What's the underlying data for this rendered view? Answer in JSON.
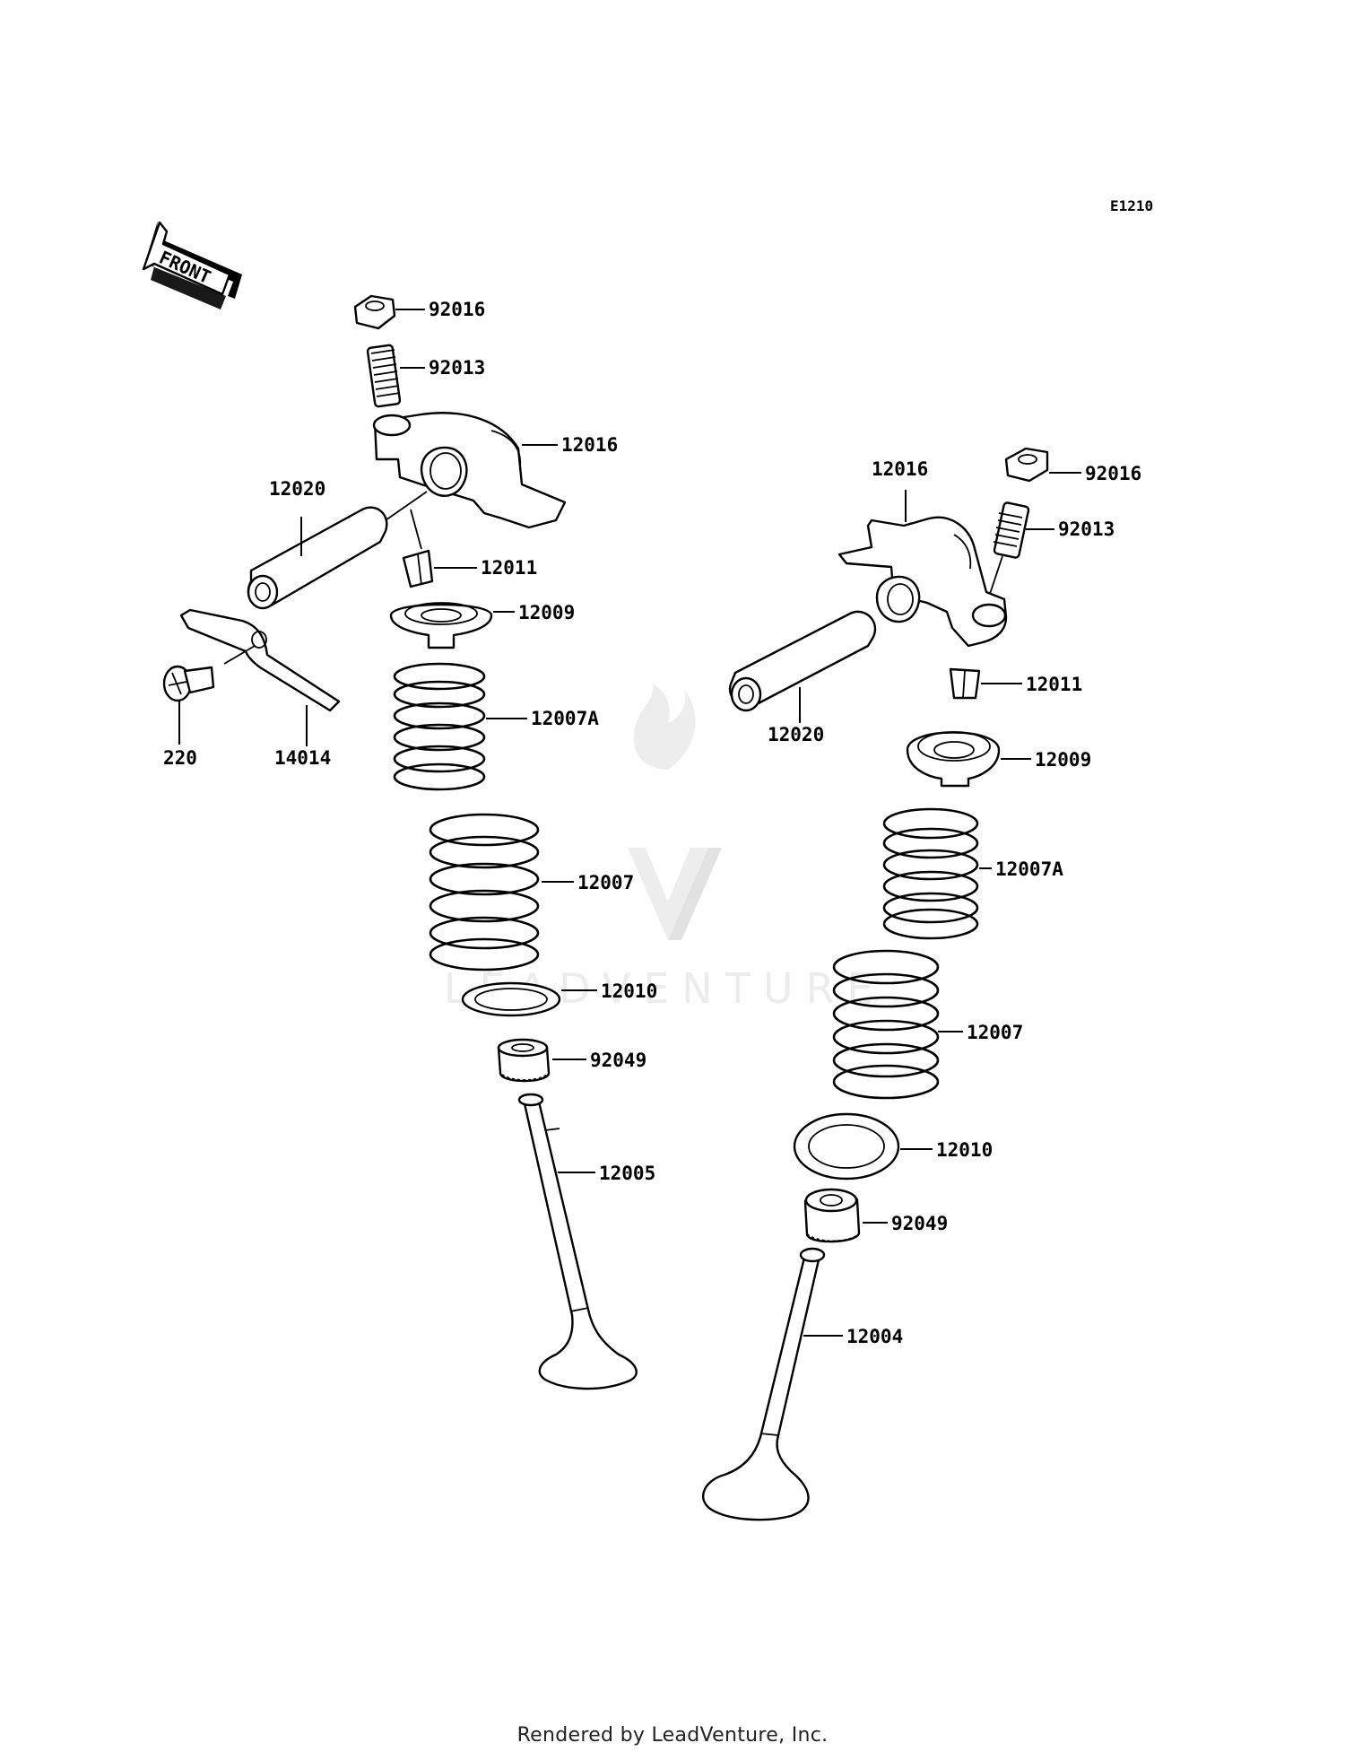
{
  "diagram_code": "E1210",
  "front_arrow_text": "FRONT",
  "watermark_text": "LEADVENTURE",
  "footer_text": "Rendered by LeadVenture, Inc.",
  "parts": {
    "left_nut": "92016",
    "left_adjuster": "92013",
    "left_rocker_arm": "12016",
    "left_shaft": "12020",
    "left_cotter": "12011",
    "left_retainer": "12009",
    "left_inner_spring": "12007A",
    "left_outer_spring": "12007",
    "left_spring_seat": "12010",
    "left_stem_seal": "92049",
    "left_valve": "12005",
    "left_plate": "14014",
    "left_bolt": "220",
    "right_rocker_arm": "12016",
    "right_nut": "92016",
    "right_adjuster": "92013",
    "right_shaft": "12020",
    "right_cotter": "12011",
    "right_retainer": "12009",
    "right_inner_spring": "12007A",
    "right_outer_spring": "12007",
    "right_spring_seat": "12010",
    "right_stem_seal": "92049",
    "right_valve": "12004"
  }
}
